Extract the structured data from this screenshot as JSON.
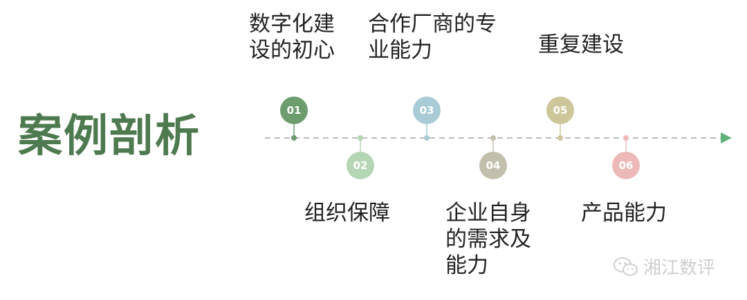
{
  "title": "案例剖析",
  "colors": {
    "title": "#4e7a4f",
    "axis": "#b8bcb8",
    "arrow": "#5fb37a"
  },
  "steps": [
    {
      "num": "01",
      "label_lines": [
        "数字化建",
        "设的初心"
      ],
      "color": "#6d9c6d",
      "position": "above"
    },
    {
      "num": "02",
      "label_lines": [
        "组织保障"
      ],
      "color": "#b5d6b5",
      "position": "below"
    },
    {
      "num": "03",
      "label_lines": [
        "合作厂商的专",
        "业能力"
      ],
      "color": "#a8cbd6",
      "position": "above"
    },
    {
      "num": "04",
      "label_lines": [
        "企业自身",
        "的需求及",
        "能力"
      ],
      "color": "#c2c0ad",
      "position": "below"
    },
    {
      "num": "05",
      "label_lines": [
        "重复建设"
      ],
      "color": "#cdc699",
      "position": "above"
    },
    {
      "num": "06",
      "label_lines": [
        "产品能力"
      ],
      "color": "#ecb8b8",
      "position": "below"
    }
  ],
  "watermark": {
    "text": "湘江数评",
    "icon": "wechat-icon"
  }
}
